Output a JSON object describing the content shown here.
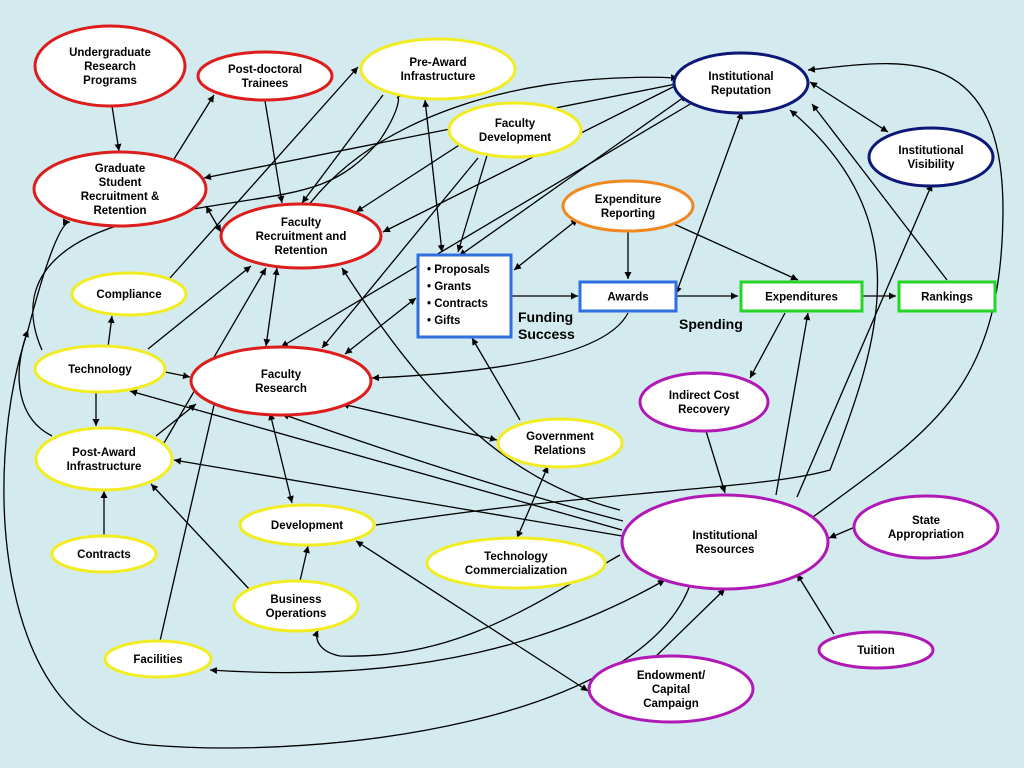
{
  "colors": {
    "background": "#d3eaee",
    "red": "#dd1c1c",
    "yellow": "#f2ec22",
    "navy": "#0c1777",
    "orange": "#f08822",
    "blue": "#2f6fe0",
    "green": "#26d626",
    "purple": "#b019b6",
    "arrow": "#000000"
  },
  "nodes": {
    "undergrad": [
      "Undergraduate",
      "Research",
      "Programs"
    ],
    "postdoc": [
      "Post-doctoral",
      "Trainees"
    ],
    "preaward": [
      "Pre-Award",
      "Infrastructure"
    ],
    "instrep": [
      "Institutional",
      "Reputation"
    ],
    "instvis": [
      "Institutional",
      "Visibility"
    ],
    "grad": [
      "Graduate",
      "Student",
      "Recruitment &",
      "Retention"
    ],
    "facdev": [
      "Faculty",
      "Development"
    ],
    "facrecruit": [
      "Faculty",
      "Recruitment and",
      "Retention"
    ],
    "expreport": [
      "Expenditure",
      "Reporting"
    ],
    "compliance": [
      "Compliance"
    ],
    "technology": [
      "Technology"
    ],
    "facres": [
      "Faculty",
      "Research"
    ],
    "postaward": [
      "Post-Award",
      "Infrastructure"
    ],
    "indirect": [
      "Indirect Cost",
      "Recovery"
    ],
    "govrel": [
      "Government",
      "Relations"
    ],
    "development": [
      "Development"
    ],
    "contracts": [
      "Contracts"
    ],
    "techcomm": [
      "Technology",
      "Commercialization"
    ],
    "instres": [
      "Institutional",
      "Resources"
    ],
    "stateapp": [
      "State",
      "Appropriation"
    ],
    "busops": [
      "Business",
      "Operations"
    ],
    "facilities": [
      "Facilities"
    ],
    "tuition": [
      "Tuition"
    ],
    "endow": [
      "Endowment/",
      "Capital",
      "Campaign"
    ]
  },
  "funding_box": {
    "items": [
      "• Proposals",
      "• Grants",
      "• Contracts",
      "• Gifts"
    ]
  },
  "boxes": {
    "awards": "Awards",
    "expenditures": "Expenditures",
    "rankings": "Rankings"
  },
  "labels": {
    "funding": [
      "Funding",
      "Success"
    ],
    "spending": "Spending"
  }
}
